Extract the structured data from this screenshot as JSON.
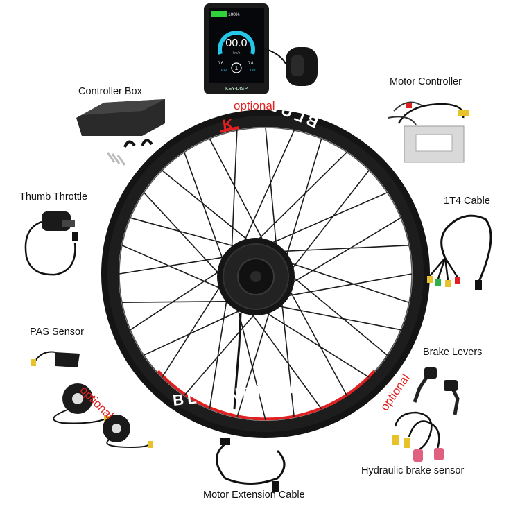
{
  "image": {
    "labels": {
      "controller_box": "Controller Box",
      "motor_controller": "Motor Controller",
      "thumb_throttle": "Thumb Throttle",
      "cable_1t4": "1T4 Cable",
      "pas_sensor": "PAS Sensor",
      "brake_levers": "Brake Levers",
      "hydraulic_brake_sensor": "Hydraulic brake sensor",
      "motor_extension_cable": "Motor Extension Cable"
    },
    "optional_tags": {
      "top": "optional",
      "left": "optional",
      "right": "optional"
    },
    "rim_brand": "BLUENERGY",
    "display": {
      "battery": "100%",
      "speed": "00.0",
      "unit": "km/h",
      "trip_label": "TRIP",
      "trip_value": "0.6",
      "odo_label": "ODO",
      "odo_value": "0.8",
      "assist_level": "1",
      "brand": "KEY-DISP"
    },
    "colors": {
      "accent_red": "#e02020",
      "rim": "#161616",
      "display_cyan": "#25c7e8"
    }
  }
}
